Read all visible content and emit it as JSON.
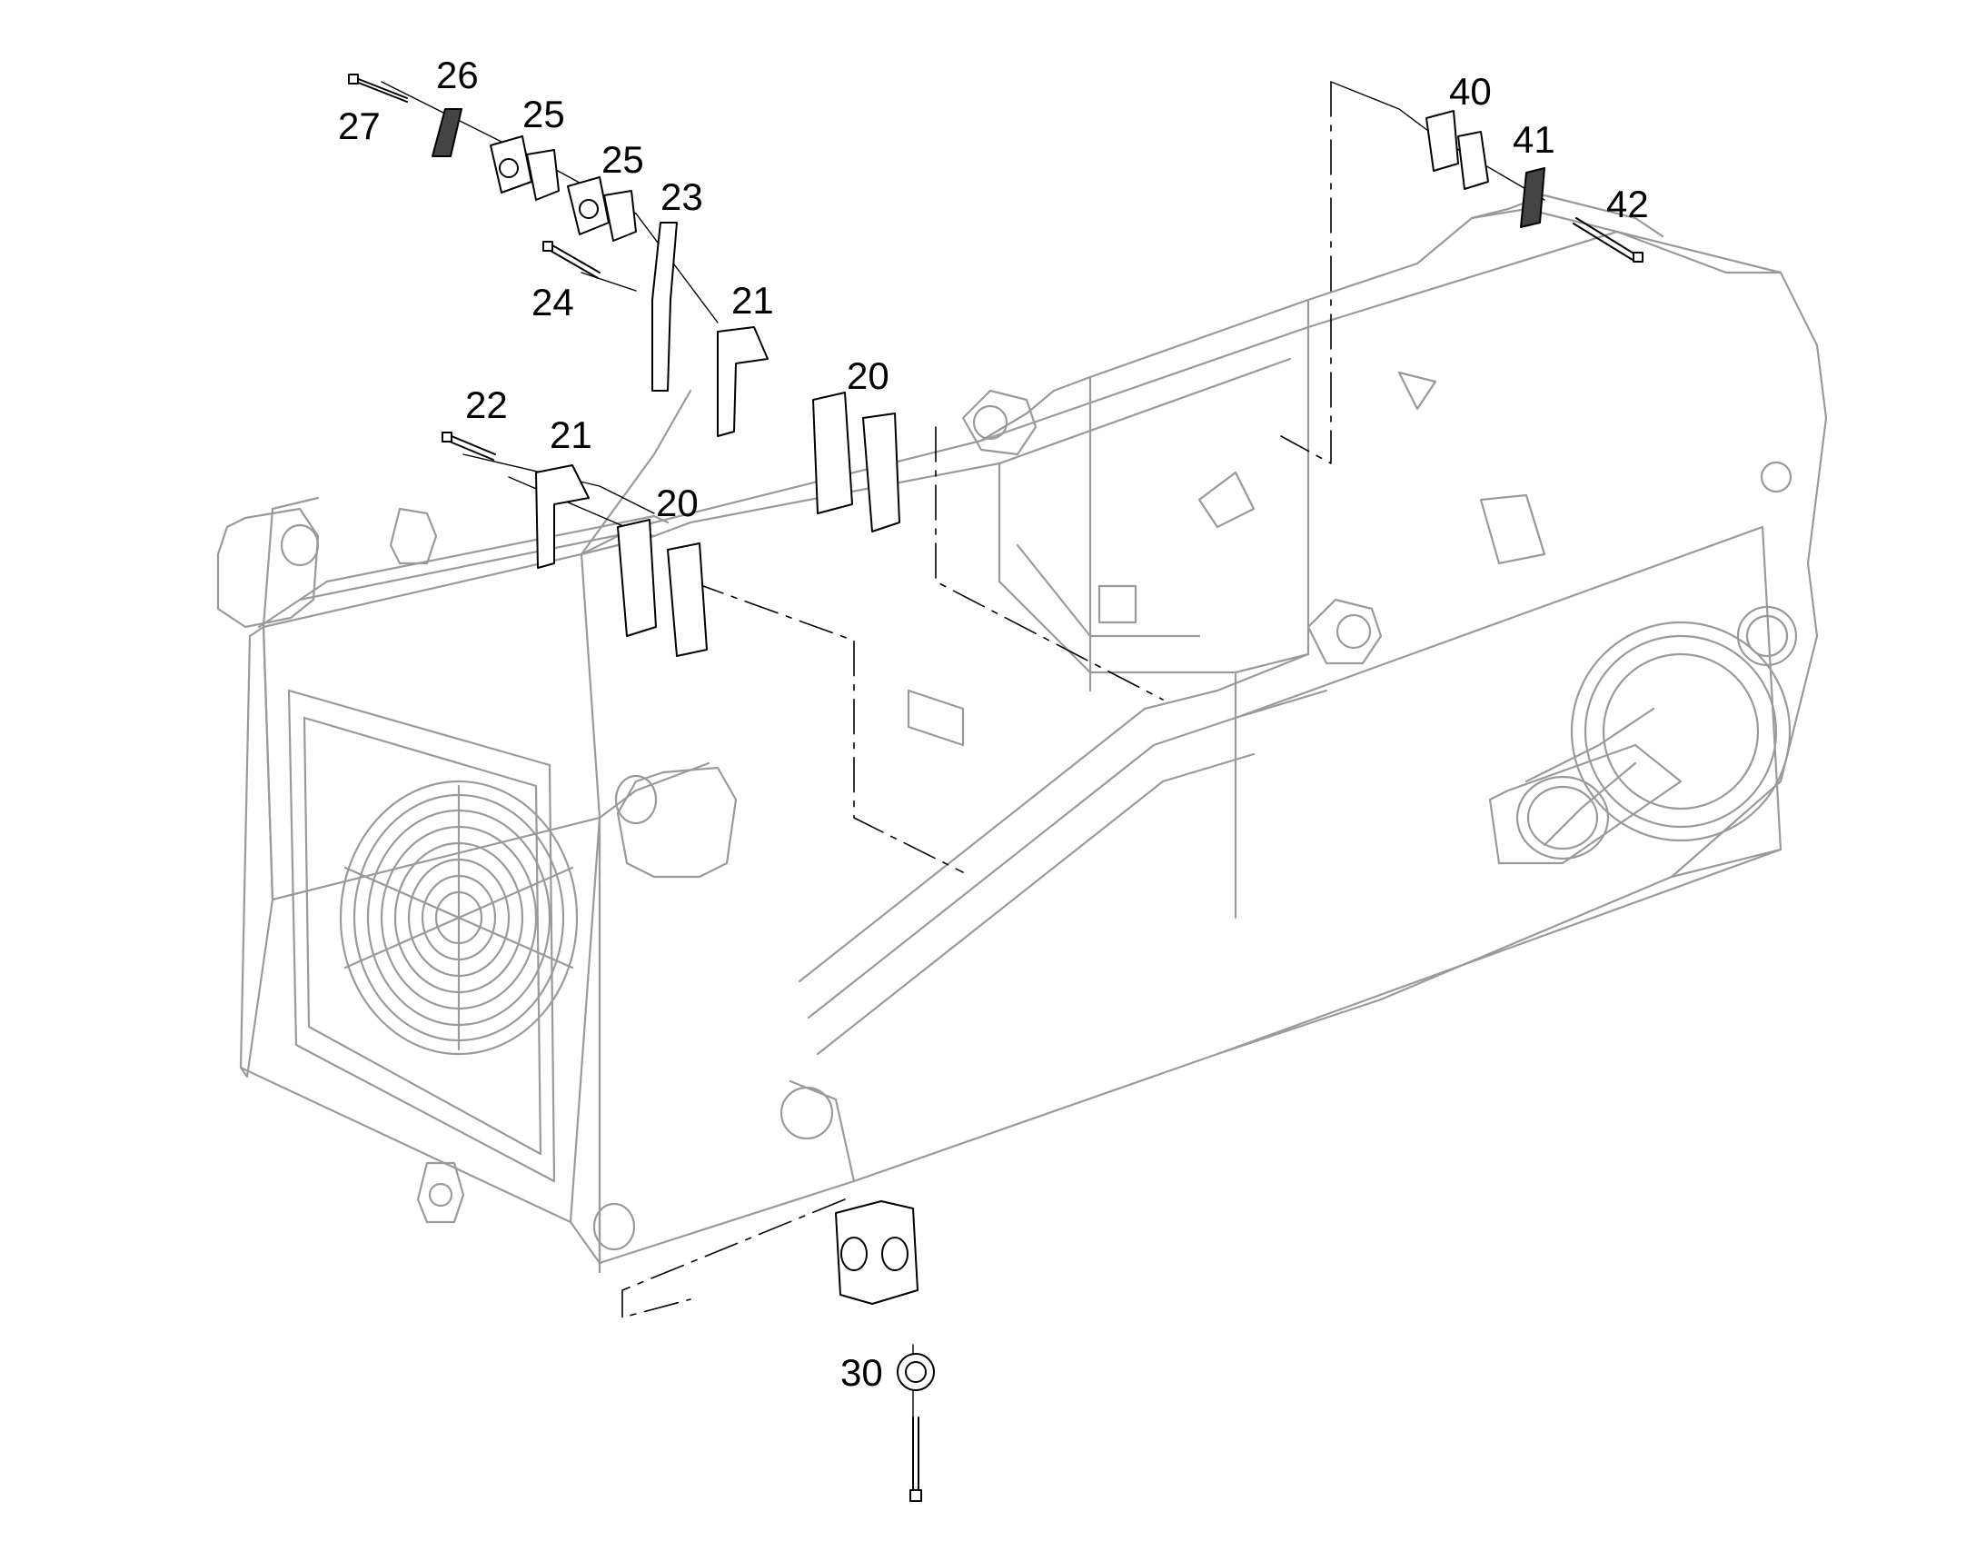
{
  "diagram": {
    "callouts": {
      "c20a": "20",
      "c20b": "20",
      "c21a": "21",
      "c21b": "21",
      "c22": "22",
      "c23": "23",
      "c24": "24",
      "c25a": "25",
      "c25b": "25",
      "c26": "26",
      "c27": "27",
      "c30": "30",
      "c40": "40",
      "c41": "41",
      "c42": "42"
    }
  }
}
